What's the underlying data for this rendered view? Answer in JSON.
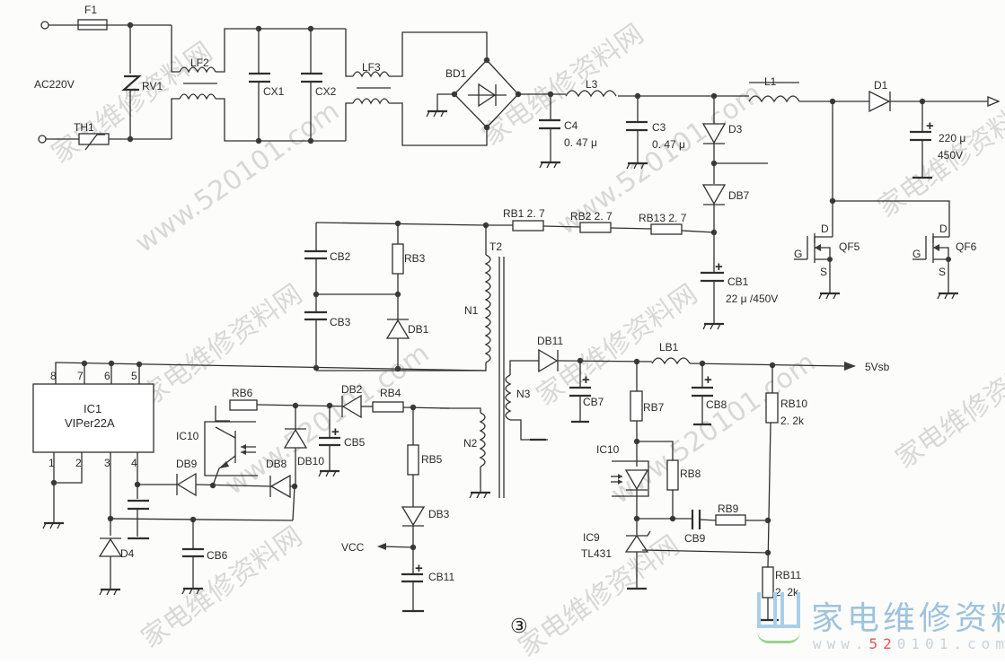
{
  "figure_number": "③",
  "input": {
    "label": "AC220V"
  },
  "watermark": {
    "cn": "家电维修资料网",
    "url": "www.520101.com",
    "url_prefix": "www.",
    "url_highlight": "52",
    "url_rest": "0101.com"
  },
  "components": {
    "F1": "F1",
    "RV1": "RV1",
    "TH1": "TH1",
    "LF2": "LF2",
    "CX1": "CX1",
    "CX2": "CX2",
    "LF3": "LF3",
    "BD1": "BD1",
    "C4": "C4",
    "C4_val": "0. 47 μ",
    "L3": "L3",
    "C3": "C3",
    "C3_val": "0. 47 μ",
    "D3": "D3",
    "L1": "L1",
    "D1": "D1",
    "C_out_val1": "220 μ",
    "C_out_val2": "450V",
    "DB7": "DB7",
    "RB1": "RB1  2. 7",
    "RB2": "RB2  2. 7",
    "RB13": "RB13  2. 7",
    "CB1": "CB1",
    "CB1_val": "22 μ /450V",
    "QF5": "QF5",
    "QF6": "QF6",
    "pin_D": "D",
    "pin_G": "G",
    "pin_S": "S",
    "CB2": "CB2",
    "RB3": "RB3",
    "CB3": "CB3",
    "DB1": "DB1",
    "T2": "T2",
    "N1": "N1",
    "N2": "N2",
    "N3": "N3",
    "IC1": "IC1",
    "IC1_part": "VIPer22A",
    "pins": [
      "8",
      "7",
      "6",
      "5",
      "1",
      "2",
      "3",
      "4"
    ],
    "RB6": "RB6",
    "IC10": "IC10",
    "DB2": "DB2",
    "RB4": "RB4",
    "CB5": "CB5",
    "DB10": "DB10",
    "DB9": "DB9",
    "DB8": "DB8",
    "RB5": "RB5",
    "DB3": "DB3",
    "VCC": "VCC",
    "CB11": "CB11",
    "D4": "D4",
    "CB6": "CB6",
    "DB11": "DB11",
    "CB7": "CB7",
    "LB1": "LB1",
    "CB8": "CB8",
    "RB7": "RB7",
    "RB8": "RB8",
    "CB9": "CB9",
    "RB9": "RB9",
    "RB10": "RB10",
    "RB10_val": "2. 2k",
    "RB11": "RB11",
    "RB11_val": "2. 2k",
    "IC9": "IC9",
    "IC9_part": "TL431",
    "out_5v": "5Vsb"
  }
}
